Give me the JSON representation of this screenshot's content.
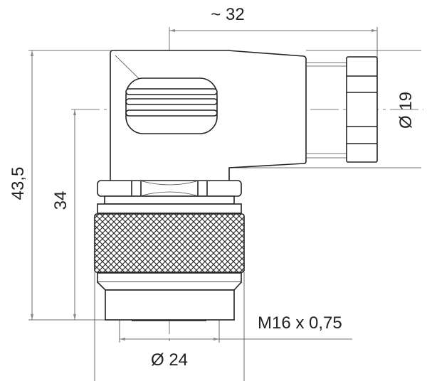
{
  "dimensions": {
    "width_approx": "~ 32",
    "nut_diameter": "Ø 19",
    "total_height": "43,5",
    "axis_height": "34",
    "thread": "M16 x 0,75",
    "coupling_diameter": "Ø 24"
  },
  "colors": {
    "line": "#222222",
    "background": "#ffffff"
  }
}
